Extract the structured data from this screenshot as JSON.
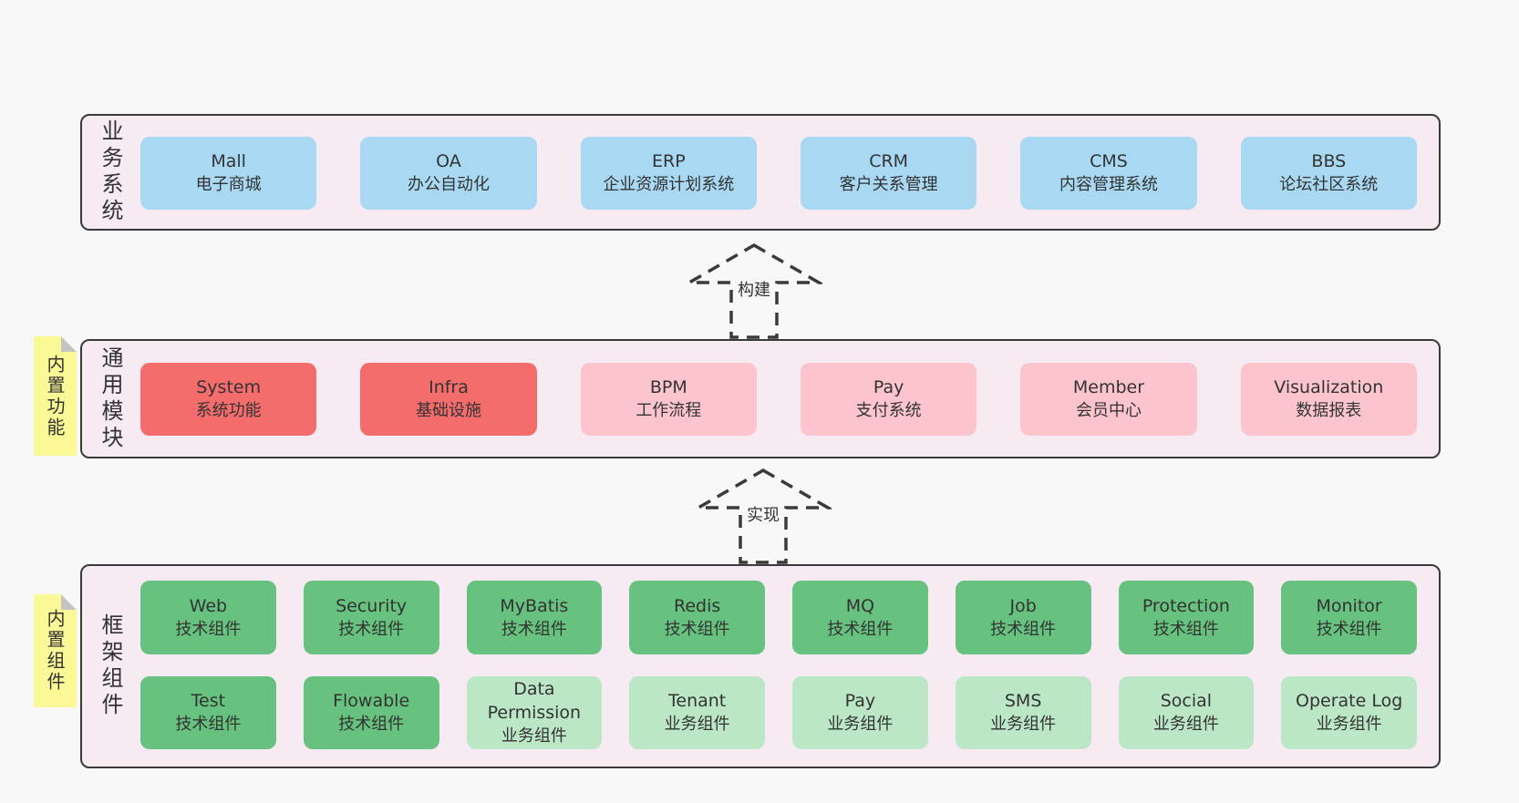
{
  "colors": {
    "page_background": "#f8f8f8",
    "container_background": "#f6eaf3",
    "container_border": "#3a3a3a",
    "blue_box": "#a8d8f2",
    "red_box": "#f56c6c",
    "pink_box": "#fcc5ce",
    "green_dark_box": "#66c27e",
    "green_light_box": "#bce7c6",
    "sticky_note": "#fbf996",
    "note_fold": "#c4c4c4",
    "text": "#333333"
  },
  "arrows": {
    "build": "构建",
    "implement": "实现"
  },
  "layers": {
    "business": {
      "label": "业务系统",
      "boxes": [
        {
          "en": "Mall",
          "zh": "电子商城"
        },
        {
          "en": "OA",
          "zh": "办公自动化"
        },
        {
          "en": "ERP",
          "zh": "企业资源计划系统"
        },
        {
          "en": "CRM",
          "zh": "客户关系管理"
        },
        {
          "en": "CMS",
          "zh": "内容管理系统"
        },
        {
          "en": "BBS",
          "zh": "论坛社区系统"
        }
      ]
    },
    "modules": {
      "label": "通用模块",
      "note": "内置功能",
      "boxes": [
        {
          "en": "System",
          "zh": "系统功能"
        },
        {
          "en": "Infra",
          "zh": "基础设施"
        },
        {
          "en": "BPM",
          "zh": "工作流程"
        },
        {
          "en": "Pay",
          "zh": "支付系统"
        },
        {
          "en": "Member",
          "zh": "会员中心"
        },
        {
          "en": "Visualization",
          "zh": "数据报表"
        }
      ]
    },
    "components": {
      "label": "框架组件",
      "note": "内置组件",
      "row1": [
        {
          "en": "Web",
          "zh": "技术组件"
        },
        {
          "en": "Security",
          "zh": "技术组件"
        },
        {
          "en": "MyBatis",
          "zh": "技术组件"
        },
        {
          "en": "Redis",
          "zh": "技术组件"
        },
        {
          "en": "MQ",
          "zh": "技术组件"
        },
        {
          "en": "Job",
          "zh": "技术组件"
        },
        {
          "en": "Protection",
          "zh": "技术组件"
        },
        {
          "en": "Monitor",
          "zh": "技术组件"
        }
      ],
      "row2": [
        {
          "en": "Test",
          "zh": "技术组件"
        },
        {
          "en": "Flowable",
          "zh": "技术组件"
        },
        {
          "en": "Data Permission",
          "zh": "业务组件"
        },
        {
          "en": "Tenant",
          "zh": "业务组件"
        },
        {
          "en": "Pay",
          "zh": "业务组件"
        },
        {
          "en": "SMS",
          "zh": "业务组件"
        },
        {
          "en": "Social",
          "zh": "业务组件"
        },
        {
          "en": "Operate Log",
          "zh": "业务组件"
        }
      ]
    }
  }
}
